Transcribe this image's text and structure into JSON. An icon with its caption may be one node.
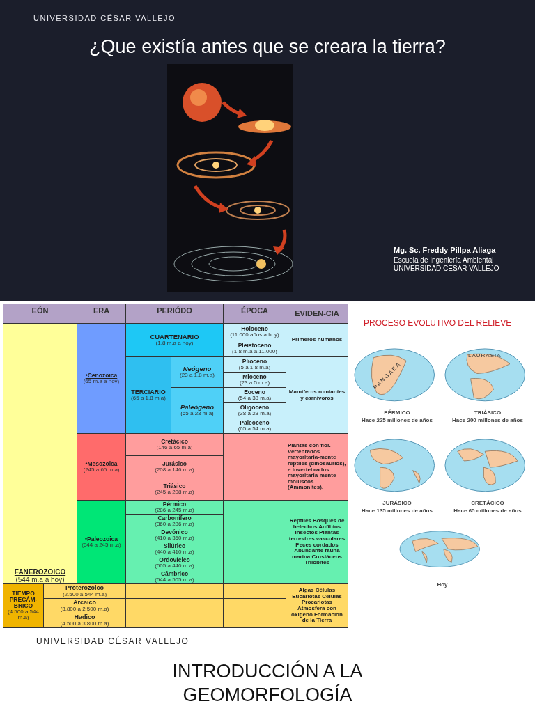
{
  "diagram": {
    "title": "¿Que existía antes que se creara la tierra?",
    "labels": [
      "UNIVERSIDAD CÉSAR VALLEJO",
      "Mg. Sc. Freddy Pillpa Aliaga",
      "Escuela de Ingeniería Ambiental",
      "UNIVERSIDAD CESAR VALLEJO",
      "EÓN",
      "ERA",
      "PERIÓDO",
      "ÉPOCA",
      "EVIDEN-CIA",
      "CUARTENARIO",
      "(1.8 m.a a hoy)",
      "Holoceno",
      "(11.000 años a hoy)",
      "Primeros humanos",
      "Pleistoceno",
      "(1.8 m.a a 11.000)",
      "•Cenozoica",
      "(65 m.a a hoy)",
      "TERCIARIO",
      "(65 a 1.8 m.a)",
      "Neógeno",
      "(23 a 1.8 m.a)",
      "Plioceno",
      "(5 a 1.8 m.a)",
      "Mamíferos rumiantes y carnívoros",
      "Mioceno",
      "(23 a 5 m.a)",
      "Paleógeno",
      "(65 a 23 m.a)",
      "Eoceno",
      "(54 a 38 m.a)",
      "Oligoceno",
      "(38 a 23 m.a)",
      "Paleoceno",
      "(65 a 54 m.a)",
      "FANEROZOICO",
      "(544 m.a a hoy)",
      "Cretácico",
      "(146 a 65 m.a)",
      "Plantas con flor. Vertebrados mayoritaria-mente reptiles (dinosaurios), e invertebrados mayoritaria-mente moluscos (Ammonites).",
      "•Mesozoica",
      "(245 a 65 m.a)",
      "Jurásico",
      "(208 a 146 m.a)",
      "Triásico",
      "(245 a 208 m.a)",
      "Pérmico",
      "(286 a 245 m.a)",
      "Reptiles Bosques de helechos Anfibios Insectos Plantas terrestres vasculares Peces cordados Abundante fauna marina Crustáceos Trilobites",
      "Carbonífero",
      "(360 a 286 m.a)",
      "•Paleozoica",
      "(544 a 245 m.a)",
      "Devónico",
      "(410 a 360 m.a)",
      "Silúrico",
      "(440 a 410 m.a)",
      "Ordovícico",
      "(505 a 440 m.a)",
      "Cámbrico",
      "(544 a 505 m.a)",
      "TIEMPO PRECÁM-BRICO",
      "(4.500 a 544 m.a)",
      "Proterozoico",
      "(2.500 a 544 m.a)",
      "Algas Células Eucariotas Células Procariotas Atmosfera con oxígeno Formación de la Tierra",
      "Arcaico",
      "(3.800 a 2.500 m.a)",
      "Hadico",
      "(4.500 a 3.800 m.a)",
      "PROCESO EVOLUTIVO DEL RELIEVE",
      "PANGAEA",
      "LAURASIA",
      "PÉRMICO",
      "Hace 225 millones de años",
      "TRIÁSICO",
      "Hace 200 millones de años",
      "JURÁSICO",
      "Hace 135 millones de años",
      "CRETÁCICO",
      "Hace 65 millones de años",
      "Hoy",
      "UNIVERSIDAD CÉSAR VALLEJO",
      "INTRODUCCIÓN A LA GEOMORFOLOGÍA"
    ]
  }
}
